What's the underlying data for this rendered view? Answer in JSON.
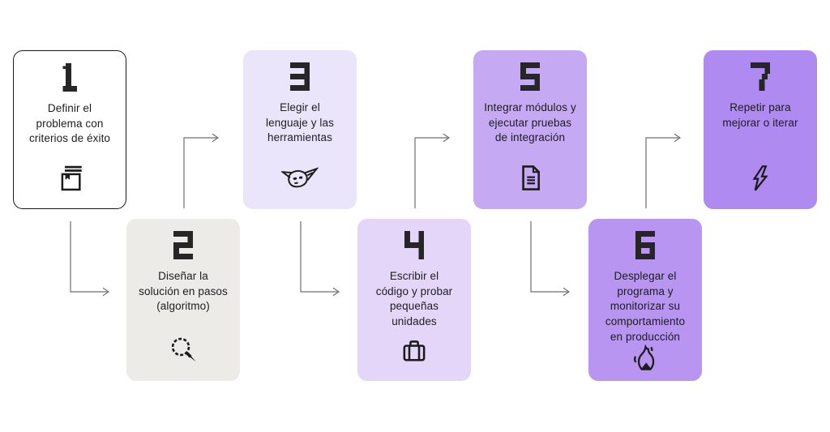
{
  "flow": {
    "background": "#ffffff",
    "text_color": "#1d1d1f",
    "number_color": "#262626",
    "icon_color": "#1c1c1c",
    "connector_color": "#6f6f6f",
    "steps": [
      {
        "number": "1",
        "label": "Definir el\nproblema con\ncriterios de éxito",
        "icon": "book-icon",
        "bg": "#ffffff",
        "border": "#1a1a1a"
      },
      {
        "number": "2",
        "label": "Diseñar la\nsolución en pasos\n(algoritmo)",
        "icon": "magnifier-icon",
        "bg": "#ecebe7"
      },
      {
        "number": "3",
        "label": "Elegir el\nlenguaje y las\nherramientas",
        "icon": "yoda-icon",
        "bg": "#eae5fa"
      },
      {
        "number": "4",
        "label": "Escribir el\ncódigo y probar\npequeñas\nunidades",
        "icon": "briefcase-icon",
        "bg": "#e4d6f9"
      },
      {
        "number": "5",
        "label": "Integrar módulos y\nejecutar pruebas\nde integración",
        "icon": "document-icon",
        "bg": "#c6a9f3"
      },
      {
        "number": "6",
        "label": "Desplegar el\nprograma y\nmonitorizar su\ncomportamiento\nen producción",
        "icon": "flame-icon",
        "bg": "#b795f1"
      },
      {
        "number": "7",
        "label": "Repetir para\nmejorar o iterar",
        "icon": "lightning-icon",
        "bg": "#af8af0"
      }
    ],
    "connections": [
      {
        "from": "1",
        "to": "2"
      },
      {
        "from": "2",
        "to": "3"
      },
      {
        "from": "3",
        "to": "4"
      },
      {
        "from": "4",
        "to": "5"
      },
      {
        "from": "5",
        "to": "6"
      },
      {
        "from": "6",
        "to": "7"
      }
    ]
  }
}
